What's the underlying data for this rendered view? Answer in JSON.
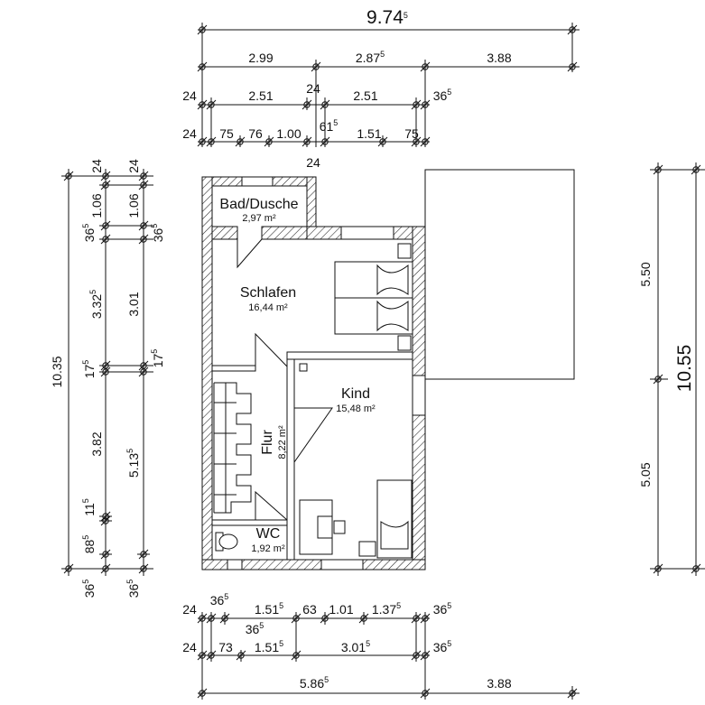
{
  "rooms": {
    "bad": {
      "name": "Bad/Dusche",
      "area": "2,97 m²"
    },
    "schlafen": {
      "name": "Schlafen",
      "area": "16,44 m²"
    },
    "kind": {
      "name": "Kind",
      "area": "15,48 m²"
    },
    "flur": {
      "name": "Flur",
      "area": "8,22 m²"
    },
    "wc": {
      "name": "WC",
      "area": "1,92 m²"
    }
  },
  "dims": {
    "top_total": {
      "main": "9.74",
      "sup": "5"
    },
    "top_row2": [
      {
        "main": "2.99",
        "sup": ""
      },
      {
        "main": "2.87",
        "sup": "5"
      },
      {
        "main": "3.88",
        "sup": ""
      }
    ],
    "top_row3": [
      {
        "main": "24",
        "sup": ""
      },
      {
        "main": "2.51",
        "sup": ""
      },
      {
        "main": "24",
        "sup": ""
      },
      {
        "main": "2.51",
        "sup": ""
      },
      {
        "main": "36",
        "sup": "5"
      }
    ],
    "top_row4": [
      {
        "main": "24",
        "sup": ""
      },
      {
        "main": "75",
        "sup": ""
      },
      {
        "main": "76",
        "sup": ""
      },
      {
        "main": "1.00",
        "sup": ""
      },
      {
        "main": "61",
        "sup": "5"
      },
      {
        "main": "1.51",
        "sup": ""
      },
      {
        "main": "75",
        "sup": ""
      },
      {
        "main": "24",
        "sup": ""
      }
    ],
    "bottom_row1": [
      {
        "main": "24",
        "sup": ""
      },
      {
        "main": "36",
        "sup": "5"
      },
      {
        "main": "1.51",
        "sup": "5"
      },
      {
        "main": "36",
        "sup": "5"
      },
      {
        "main": "63",
        "sup": ""
      },
      {
        "main": "1.01",
        "sup": ""
      },
      {
        "main": "1.37",
        "sup": "5"
      },
      {
        "main": "36",
        "sup": "5"
      }
    ],
    "bottom_row2": [
      {
        "main": "24",
        "sup": ""
      },
      {
        "main": "73",
        "sup": ""
      },
      {
        "main": "1.51",
        "sup": "5"
      },
      {
        "main": "3.01",
        "sup": "5"
      },
      {
        "main": "36",
        "sup": "5"
      }
    ],
    "bottom_row3": [
      {
        "main": "5.86",
        "sup": "5"
      },
      {
        "main": "3.88",
        "sup": ""
      }
    ],
    "left_outer": {
      "main": "10.35",
      "sup": ""
    },
    "left_col1": [
      {
        "main": "24",
        "sup": ""
      },
      {
        "main": "1.06",
        "sup": ""
      },
      {
        "main": "36",
        "sup": "5"
      },
      {
        "main": "3.32",
        "sup": "5"
      },
      {
        "main": "17",
        "sup": "5"
      },
      {
        "main": "3.82",
        "sup": ""
      },
      {
        "main": "11",
        "sup": "5"
      },
      {
        "main": "88",
        "sup": "5"
      },
      {
        "main": "36",
        "sup": "5"
      }
    ],
    "left_col2": [
      {
        "main": "24",
        "sup": ""
      },
      {
        "main": "1.06",
        "sup": ""
      },
      {
        "main": "36",
        "sup": "5"
      },
      {
        "main": "3.01",
        "sup": ""
      },
      {
        "main": "17",
        "sup": "5"
      },
      {
        "main": "5.13",
        "sup": "5"
      },
      {
        "main": "36",
        "sup": "5"
      }
    ],
    "right_col1": [
      {
        "main": "5.50",
        "sup": ""
      },
      {
        "main": "5.05",
        "sup": ""
      }
    ],
    "right_total": {
      "main": "10.55",
      "sup": ""
    }
  }
}
